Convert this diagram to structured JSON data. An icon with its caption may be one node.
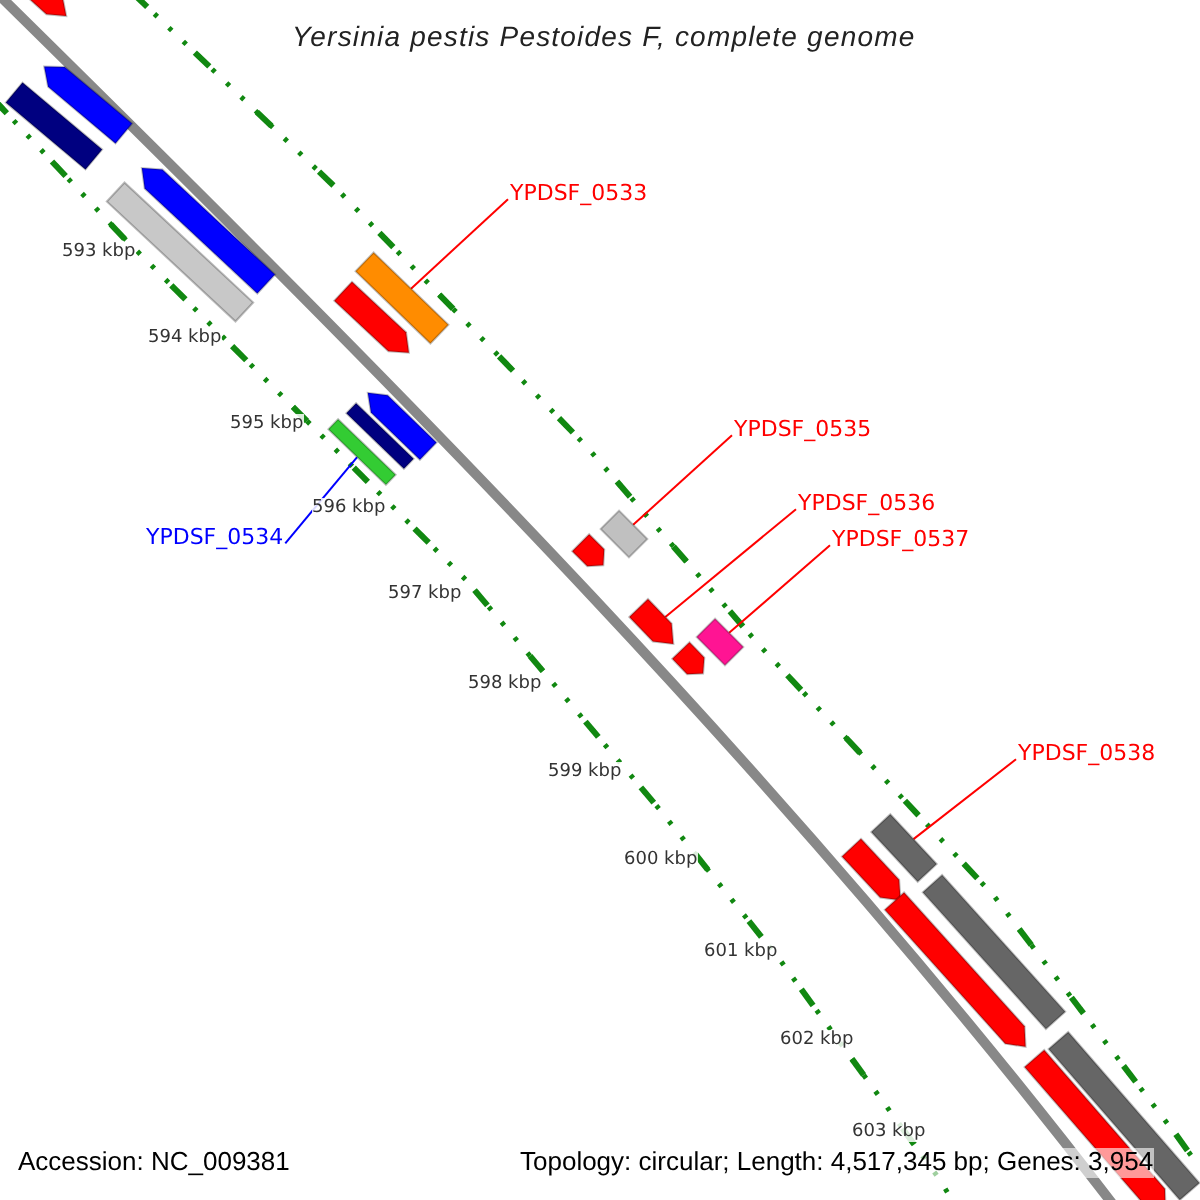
{
  "diagram": {
    "title": "Yersinia pestis Pestoides F, complete genome",
    "nodes": [
      {
        "text": [
          "YPDSF_0533"
        ]
      },
      {
        "text": [],
        "shape": "bar"
      },
      {
        "text": [
          "YPDSF_0535"
        ]
      },
      {
        "text": [],
        "shape": "bar"
      },
      {
        "text": [
          "YPDSF_0534"
        ]
      },
      {
        "text": [],
        "shape": "bar"
      },
      {
        "text": [
          "YPDSF_0536"
        ]
      },
      {
        "text": [],
        "shape": "bar"
      },
      {
        "text": [
          "YPDSF_0537"
        ]
      },
      {
        "text": [],
        "shape": "bar"
      },
      {
        "text": [
          "YPDSF_0538"
        ]
      },
      {
        "text": [],
        "shape": "bar"
      },
      {
        "text": [],
        "shape": "bar"
      },
      {
        "text": [],
        "shape": "bar"
      },
      {
        "text": [],
        "shape": "bar"
      },
      {
        "text": [],
        "shape": "bar"
      },
      {
        "text": [],
        "shape": "bar"
      },
      {
        "text": [],
        "shape": "bar"
      },
      {
        "text": [],
        "shape": "bar"
      },
      {
        "text": [],
        "shape": "bar"
      },
      {
        "text": [],
        "shape": "bar"
      },
      {
        "text": [],
        "shape": "bar"
      },
      {
        "text": [],
        "shape": "bar"
      },
      {
        "text": [],
        "shape": "bar"
      },
      {
        "text": [],
        "shape": "bar"
      },
      {
        "text": [],
        "shape": "bar"
      },
      {
        "text": [],
        "shape": "bar"
      }
    ],
    "edges": [
      {
        "from": 0,
        "to": 1,
        "arrow": "none"
      },
      {
        "from": 2,
        "to": 3,
        "arrow": "none"
      },
      {
        "from": 4,
        "to": 5,
        "arrow": "none",
        "color": "#0000ff"
      },
      {
        "from": 6,
        "to": 7,
        "arrow": "none"
      },
      {
        "from": 8,
        "to": 9,
        "arrow": "none"
      },
      {
        "from": 10,
        "to": 11,
        "arrow": "none"
      }
    ],
    "labels": [
      "593 kbp",
      "594 kbp",
      "595 kbp",
      "596 kbp",
      "597 kbp",
      "598 kbp",
      "599 kbp",
      "600 kbp",
      "601 kbp",
      "602 kbp",
      "603 kbp",
      "Accession: NC_009381",
      "Topology: circular; Length: 4,517,345 bp; Genes: 3,954"
    ]
  }
}
